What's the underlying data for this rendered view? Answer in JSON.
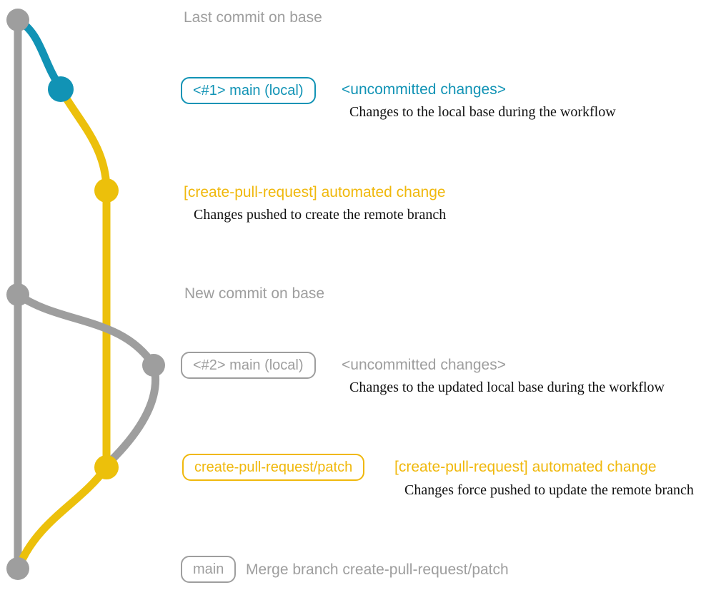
{
  "colors": {
    "gray": "#9e9e9e",
    "teal": "#1193b5",
    "yellow": "#ecc00b",
    "yellow_label": "#f0b80c",
    "dark": "#111111"
  },
  "annotations": {
    "row1": {
      "title": "Last commit on base"
    },
    "row2": {
      "badge": "<#1> main (local)",
      "headline": "<uncommitted changes>",
      "description": "Changes to the local base during the workflow"
    },
    "row3": {
      "headline": "[create-pull-request] automated change",
      "description": "Changes pushed to create the remote branch"
    },
    "row4": {
      "title": "New commit on base"
    },
    "row5": {
      "badge": "<#2> main (local)",
      "headline": "<uncommitted changes>",
      "description": "Changes to the updated local base during the workflow"
    },
    "row6": {
      "badge": "create-pull-request/patch",
      "headline": "[create-pull-request] automated change",
      "description": "Changes force pushed to update the remote branch"
    },
    "row7": {
      "badge": "main",
      "title": "Merge branch create-pull-request/patch"
    }
  }
}
